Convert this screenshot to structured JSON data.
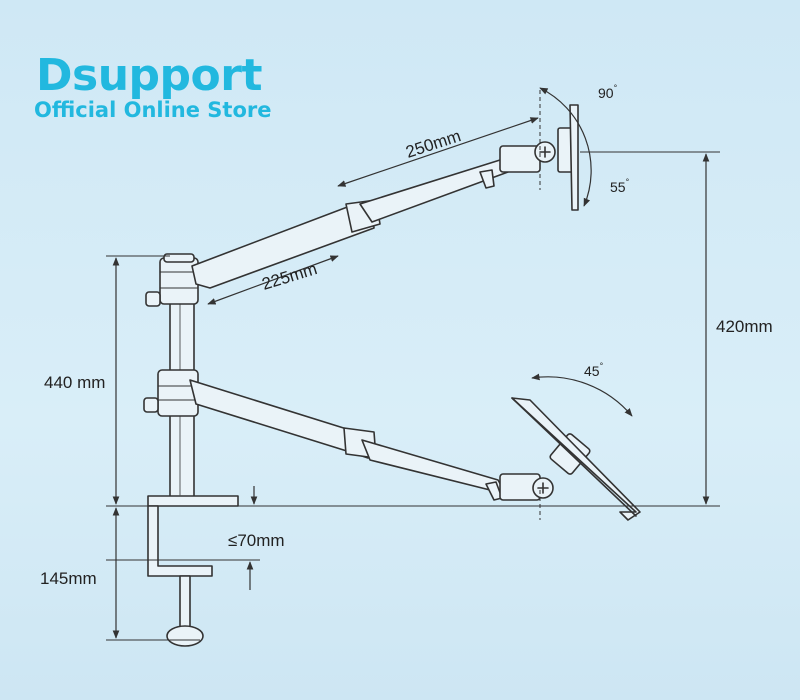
{
  "brand": {
    "name": "Dsupport",
    "tagline": "Official Online Store"
  },
  "dimensions": {
    "upper_arm_length": "250mm",
    "lower_arm_length": "225mm",
    "pole_height": "440 mm",
    "vertical_travel": "420mm",
    "clamp_opening": "≤70mm",
    "clamp_depth": "145mm"
  },
  "angles": {
    "monitor_tilt_up": "90",
    "monitor_tilt_down": "55",
    "laptop_tilt": "45",
    "degree_symbol": "°"
  },
  "colors": {
    "brand_accent": "#22b8df",
    "line": "#333333",
    "metal_fill": "#eaf3f8"
  }
}
